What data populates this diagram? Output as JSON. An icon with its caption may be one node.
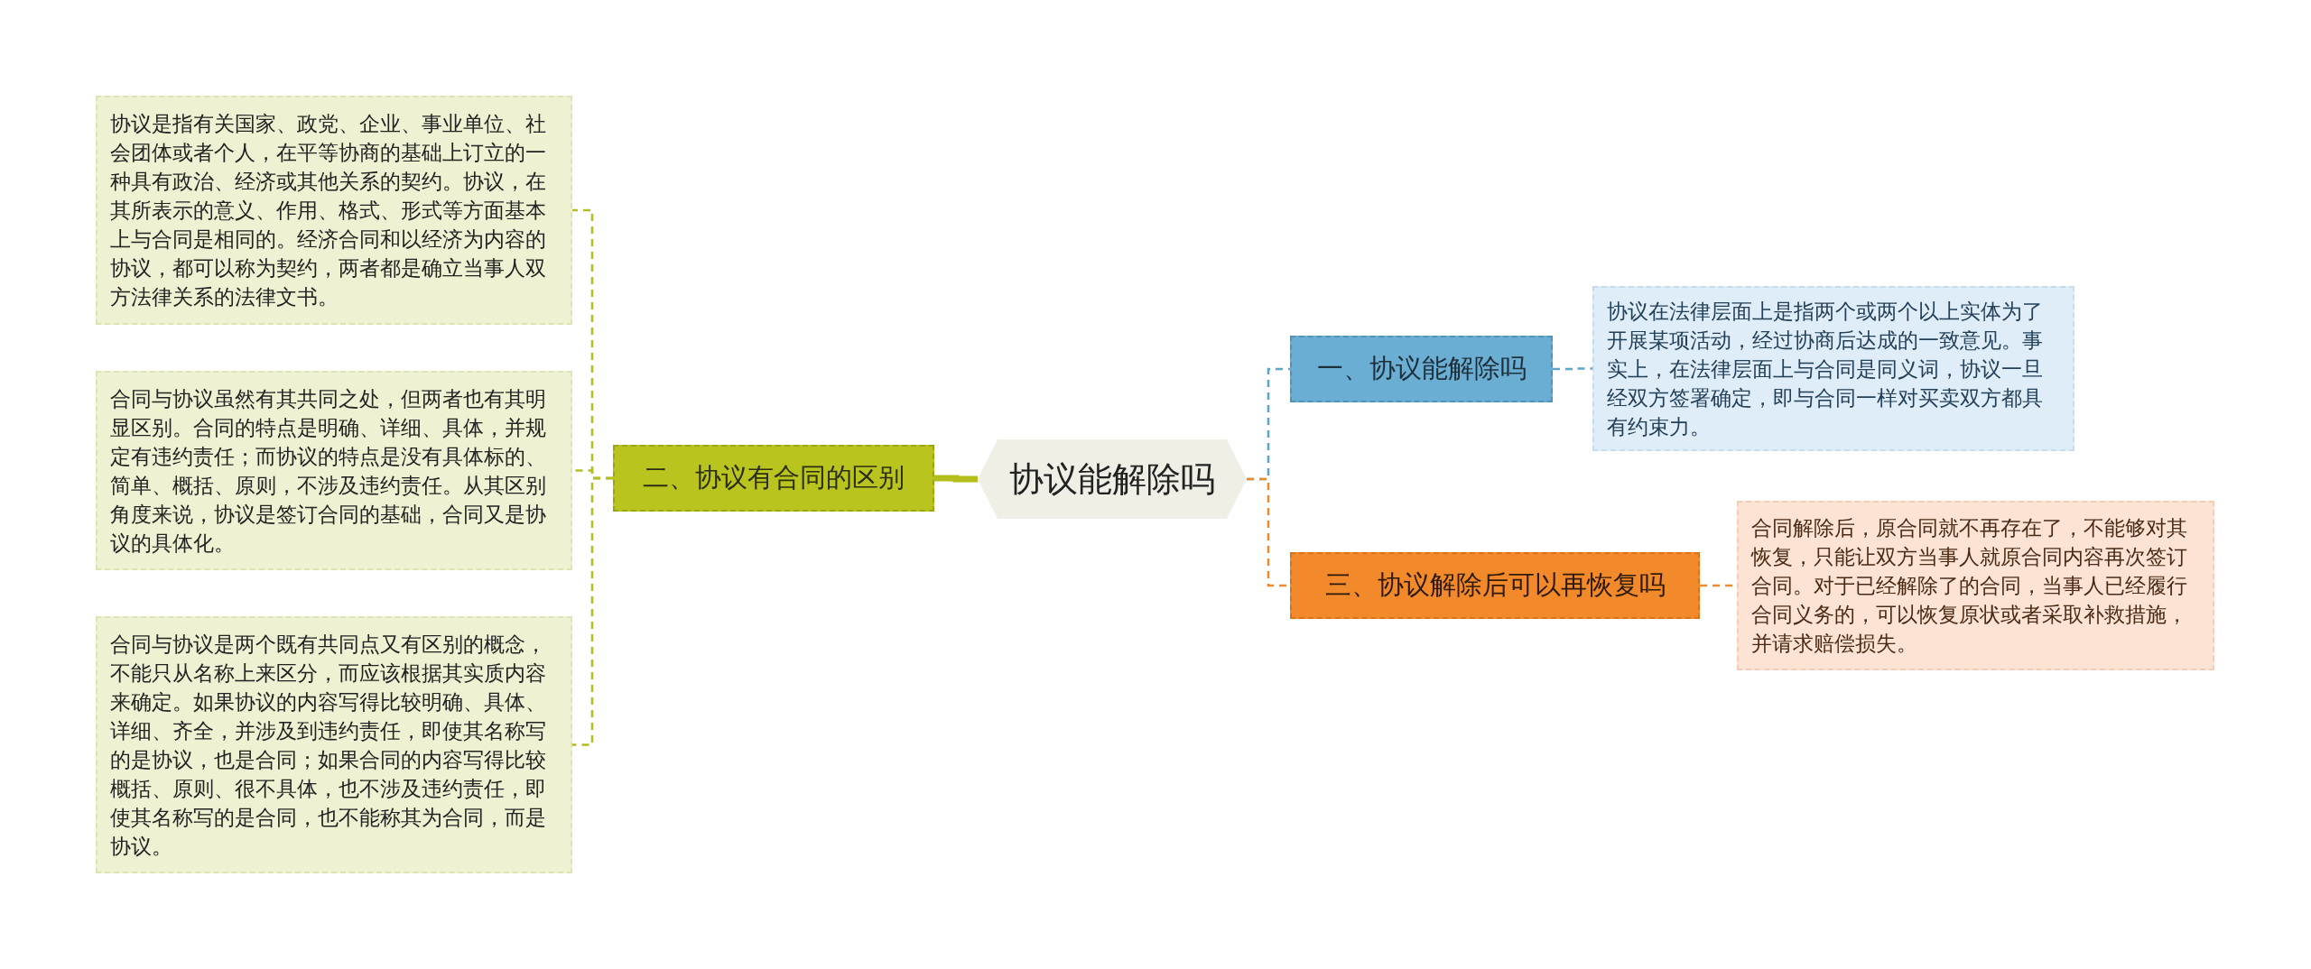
{
  "diagram": {
    "nodes": [
      {
        "text": [
          "协议能解除吗"
        ]
      },
      {
        "text": [
          "一、协议能解除吗"
        ]
      },
      {
        "text": [
          "协议在法律层面上是指两个或两个以上实体为了开展某项活动，经过协商后达成的一致意见。事实上，在法律层面上与合同是同义词，协议一旦经双方签署确定，即与合同一样对买卖双方都具有约束力。"
        ]
      },
      {
        "text": [
          "二、协议有合同的区别"
        ]
      },
      {
        "text": [
          "协议是指有关国家、政党、企业、事业单位、社会团体或者个人，在平等协商的基础上订立的一种具有政治、经济或其他关系的契约。协议，在其所表示的意义、作用、格式、形式等方面基本上与合同是相同的。经济合同和以经济为内容的协议，都可以称为契约，两者都是确立当事人双方法律关系的法律文书。"
        ]
      },
      {
        "text": [
          "合同与协议虽然有其共同之处，但两者也有其明显区别。合同的特点是明确、详细、具体，并规定有违约责任；而协议的特点是没有具体标的、简单、概括、原则，不涉及违约责任。从其区别角度来说，协议是签订合同的基础，合同又是协议的具体化。"
        ]
      },
      {
        "text": [
          "合同与协议是两个既有共同点又有区别的概念，不能只从名称上来区分，而应该根据其实质内容来确定。如果协议的内容写得比较明确、具体、详细、齐全，并涉及到违约责任，即使其名称写的是协议，也是合同；如果合同的内容写得比较概括、原则、很不具体，也不涉及违约责任，即使其名称写的是合同，也不能称其为合同，而是协议。"
        ]
      },
      {
        "text": [
          "三、协议解除后可以再恢复吗"
        ]
      },
      {
        "text": [
          "合同解除后，原合同就不再存在了，不能够对其恢复，只能让双方当事人就原合同内容再次签订合同。对于已经解除了的合同，当事人已经履行合同义务的，可以恢复原状或者采取补救措施，并请求赔偿损失。"
        ]
      }
    ],
    "edges": [
      {
        "from": 0,
        "to": 1,
        "arrow": "none",
        "style": "dashed",
        "color": "#5fa3c9"
      },
      {
        "from": 1,
        "to": 2,
        "arrow": "none",
        "style": "dashed",
        "color": "#5fa3c9"
      },
      {
        "from": 0,
        "to": 3,
        "arrow": "none",
        "style": "thick",
        "color": "#b3bd1c"
      },
      {
        "from": 3,
        "to": 4,
        "arrow": "none",
        "style": "dashed",
        "color": "#b3bd1c"
      },
      {
        "from": 3,
        "to": 5,
        "arrow": "none",
        "style": "dashed",
        "color": "#b3bd1c"
      },
      {
        "from": 3,
        "to": 6,
        "arrow": "none",
        "style": "dashed",
        "color": "#b3bd1c"
      },
      {
        "from": 0,
        "to": 7,
        "arrow": "none",
        "style": "dashed",
        "color": "#ee8a2e"
      },
      {
        "from": 7,
        "to": 8,
        "arrow": "none",
        "style": "dashed",
        "color": "#ee8a2e"
      }
    ]
  }
}
